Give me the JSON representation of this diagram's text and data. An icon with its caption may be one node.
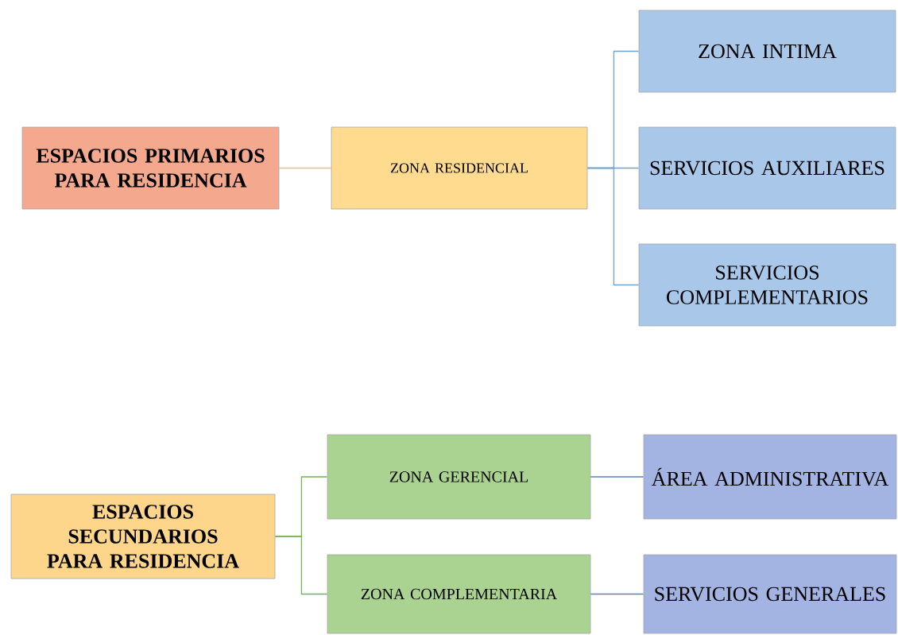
{
  "diagram": {
    "nodes": [
      {
        "text": [
          "ESPACIOS PRIMARIOS PARA RESIDENCIA"
        ]
      },
      {
        "text": [
          "ZONA RESIDENCIAL"
        ]
      },
      {
        "text": [
          "ZONA INTIMA"
        ]
      },
      {
        "text": [
          "SERVICIOS AUXILIARES"
        ]
      },
      {
        "text": [
          "SERVICIOS COMPLEMENTARIOS"
        ]
      },
      {
        "text": [
          "ESPACIOS SECUNDARIOS PARA RESIDENCIA"
        ]
      },
      {
        "text": [
          "ZONA GERENCIAL"
        ]
      },
      {
        "text": [
          "ZONA COMPLEMENTARIA"
        ]
      },
      {
        "text": [
          "ÁREA ADMINISTRATIVA"
        ]
      },
      {
        "text": [
          "SERVICIOS GENERALES"
        ]
      }
    ],
    "edges": [
      {
        "from": 0,
        "to": 1,
        "arrow": "none",
        "color": "#f2c14e"
      },
      {
        "from": 1,
        "to": 2,
        "arrow": "none",
        "color": "#6fa3cf"
      },
      {
        "from": 1,
        "to": 3,
        "arrow": "none",
        "color": "#6fa3cf"
      },
      {
        "from": 1,
        "to": 4,
        "arrow": "none",
        "color": "#6fa3cf"
      },
      {
        "from": 5,
        "to": 6,
        "arrow": "none",
        "color": "#7ab05a"
      },
      {
        "from": 5,
        "to": 7,
        "arrow": "none",
        "color": "#7ab05a"
      },
      {
        "from": 6,
        "to": 8,
        "arrow": "none",
        "color": "#5b7fc0"
      },
      {
        "from": 7,
        "to": 9,
        "arrow": "none",
        "color": "#5b7fc0"
      }
    ]
  }
}
